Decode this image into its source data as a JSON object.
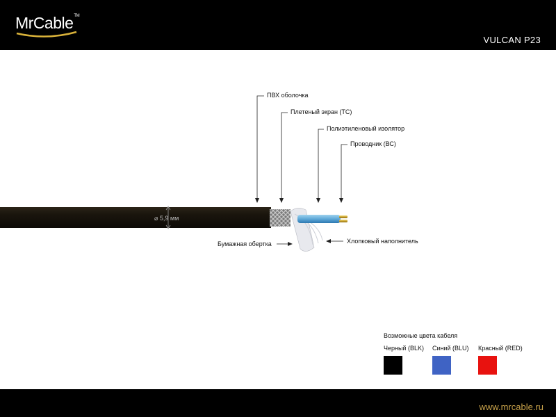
{
  "header": {
    "logo_text": "MrCable",
    "logo_tm": "TM",
    "model": "VULCAN P23"
  },
  "diagram": {
    "diameter_label": "⌀ 5,9 мм",
    "labels": {
      "pvc_jacket": "ПВХ оболочка",
      "braided_shield": "Плетеный экран (ТС)",
      "pe_insulator": "Полиэтиленовый изолятор",
      "conductor": "Проводник (ВС)",
      "paper_wrap": "Бумажная обертка",
      "cotton_filler": "Хлопковый наполнитель"
    }
  },
  "colors": {
    "title": "Возможные цвета кабеля",
    "swatches": [
      {
        "label": "Черный (BLK)",
        "color": "#000000"
      },
      {
        "label": "Синий (BLU)",
        "color": "#3f63c4"
      },
      {
        "label": "Красный (RED)",
        "color": "#e8120f"
      }
    ]
  },
  "footer": {
    "website": "www.mrcable.ru"
  }
}
